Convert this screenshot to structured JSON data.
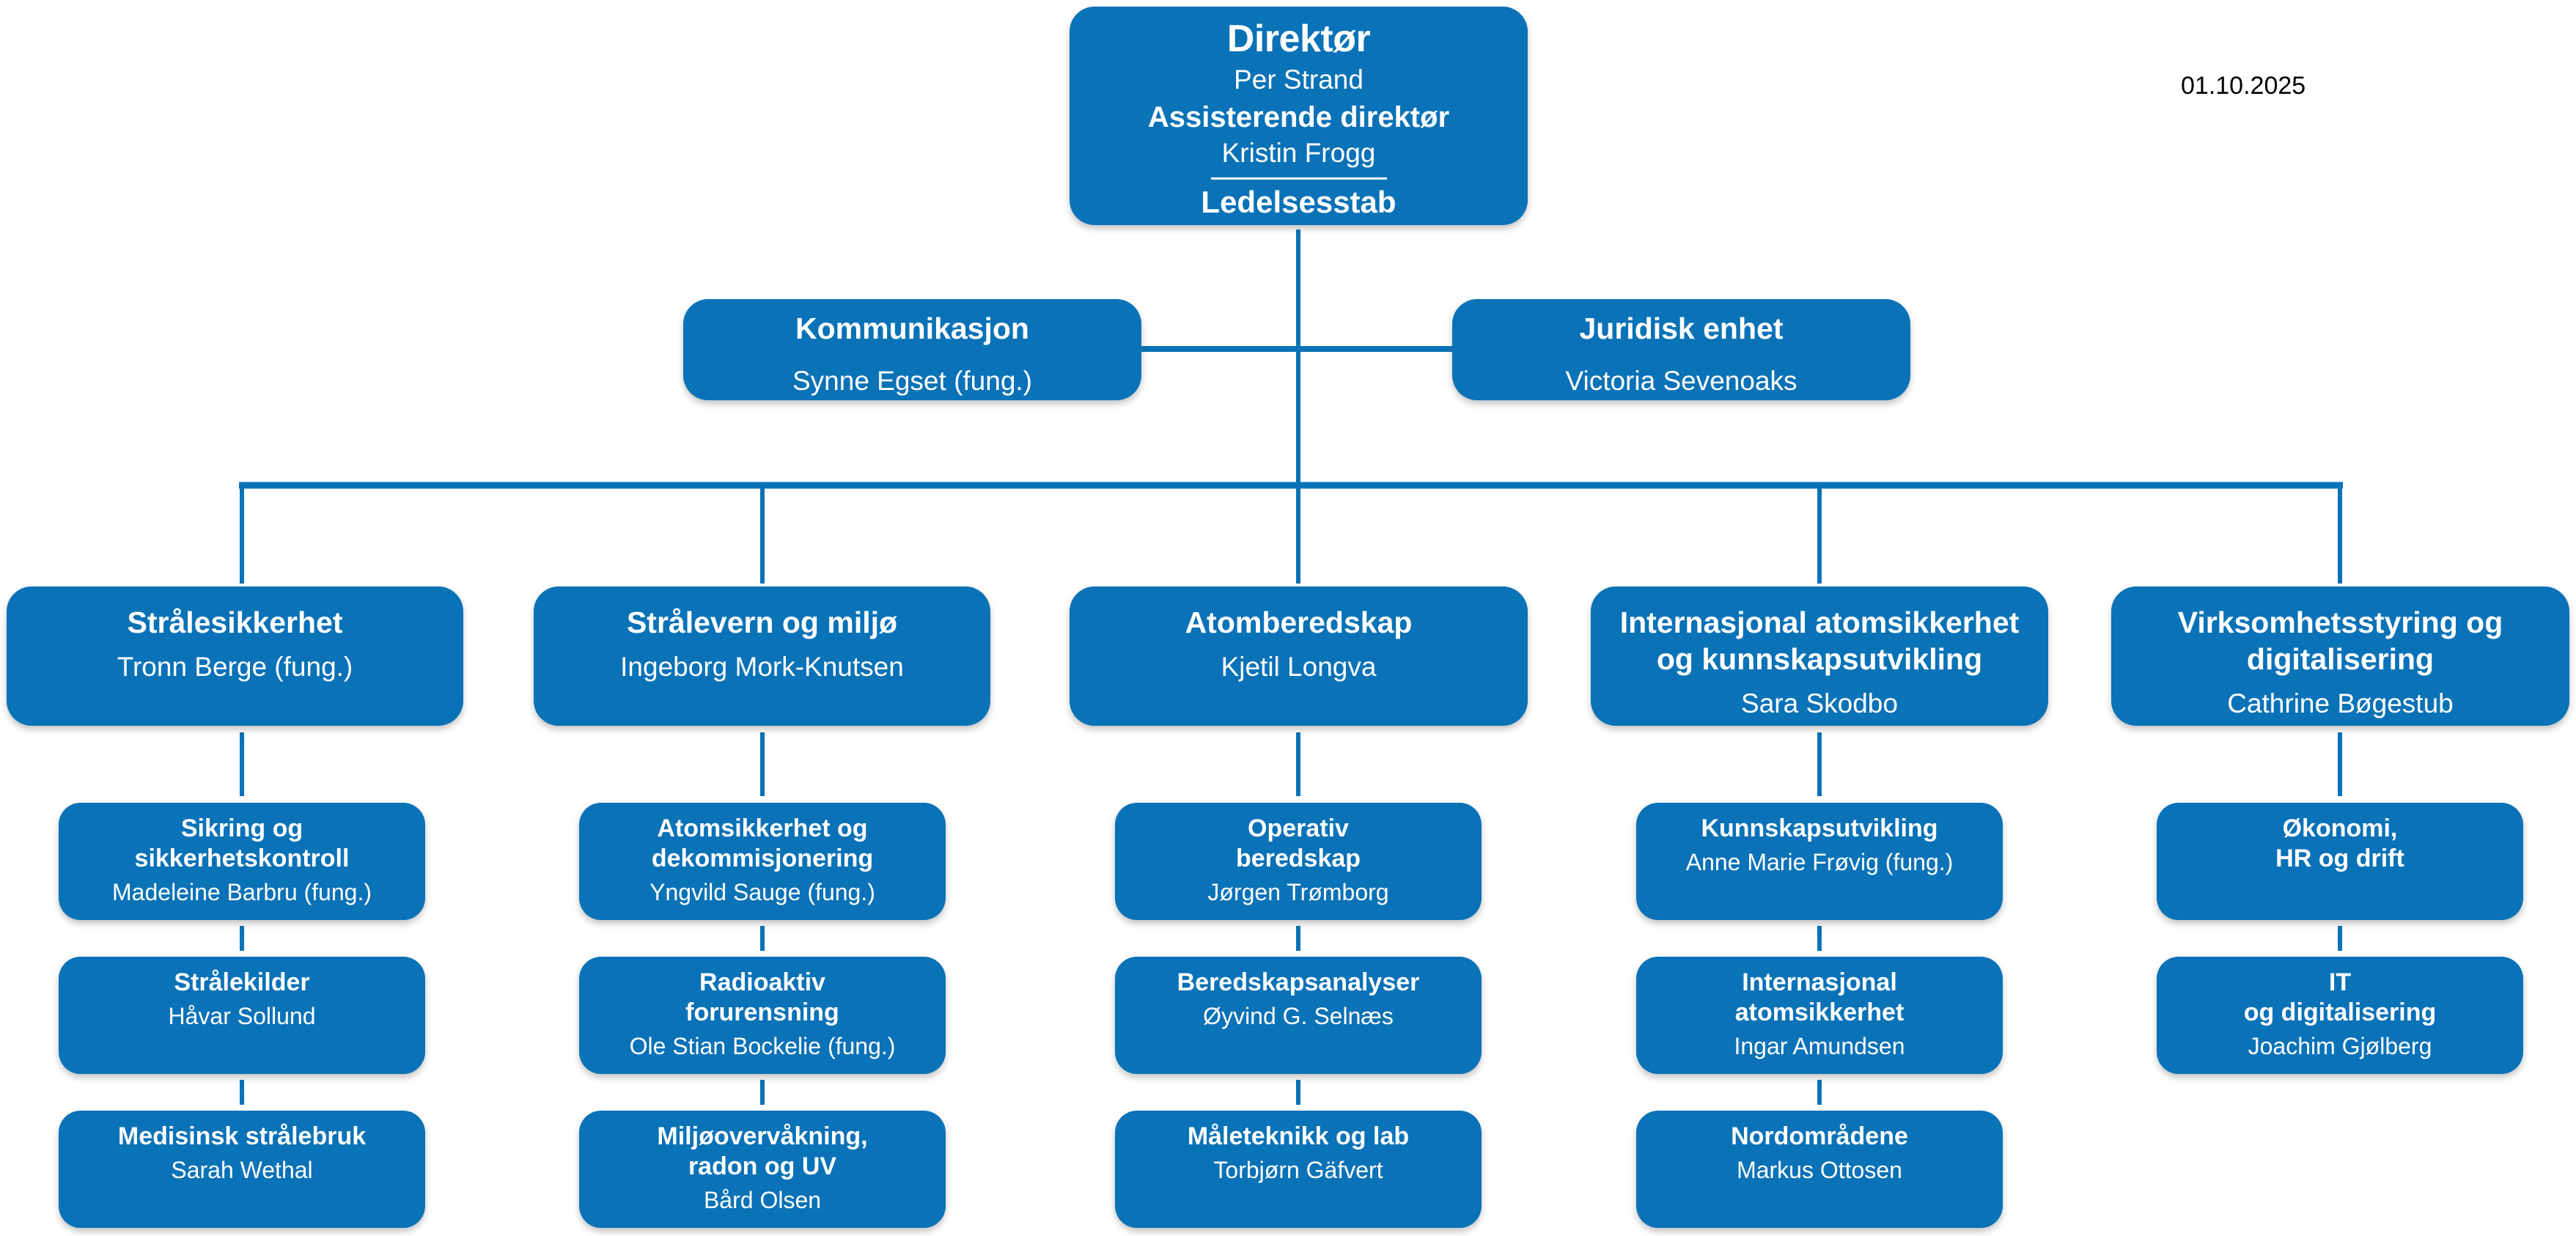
{
  "meta": {
    "date": "01.10.2025"
  },
  "colors": {
    "box_blue": "#0a72b7",
    "connector_blue": "#0a72b7",
    "box_text": "#ffffff",
    "date_text": "#000000"
  },
  "root": {
    "title": "Direktør",
    "name": "Per Strand",
    "deputy_title": "Assisterende direktør",
    "deputy_name": "Kristin Frogg",
    "staff_label": "Ledelsesstab"
  },
  "staff_units": [
    {
      "title": "Kommunikasjon",
      "name": "Synne Egset (fung.)"
    },
    {
      "title": "Juridisk enhet",
      "name": "Victoria Sevenoaks"
    }
  ],
  "departments": [
    {
      "title": "Strålesikkerhet",
      "name": "Tronn Berge (fung.)",
      "sections": [
        {
          "title": "Sikring og\nsikkerhetskontroll",
          "name": "Madeleine Barbru (fung.)"
        },
        {
          "title": "Strålekilder",
          "name": "Håvar Sollund"
        },
        {
          "title": "Medisinsk strålebruk",
          "name": "Sarah Wethal"
        }
      ]
    },
    {
      "title": "Strålevern og miljø",
      "name": "Ingeborg Mork-Knutsen",
      "sections": [
        {
          "title": "Atomsikkerhet og\ndekommisjonering",
          "name": "Yngvild Sauge (fung.)"
        },
        {
          "title": "Radioaktiv\nforurensning",
          "name": "Ole Stian Bockelie (fung.)"
        },
        {
          "title": "Miljøovervåkning,\nradon og UV",
          "name": "Bård Olsen"
        }
      ]
    },
    {
      "title": "Atomberedskap",
      "name": "Kjetil Longva",
      "sections": [
        {
          "title": "Operativ\nberedskap",
          "name": "Jørgen Trømborg"
        },
        {
          "title": "Beredskapsanalyser",
          "name": "Øyvind G. Selnæs"
        },
        {
          "title": "Måleteknikk og lab",
          "name": "Torbjørn Gäfvert"
        }
      ]
    },
    {
      "title": "Internasjonal atomsikkerhet\nog kunnskapsutvikling",
      "name": "Sara Skodbo",
      "sections": [
        {
          "title": "Kunnskapsutvikling",
          "name": "Anne Marie Frøvig (fung.)"
        },
        {
          "title": "Internasjonal\natomsikkerhet",
          "name": "Ingar Amundsen"
        },
        {
          "title": "Nordområdene",
          "name": "Markus Ottosen"
        }
      ]
    },
    {
      "title": "Virksomhetsstyring og\ndigitalisering",
      "name": "Cathrine Bøgestub",
      "sections": [
        {
          "title": "Økonomi,\nHR og drift",
          "name": ""
        },
        {
          "title": "IT\nog digitalisering",
          "name": "Joachim Gjølberg"
        }
      ]
    }
  ]
}
